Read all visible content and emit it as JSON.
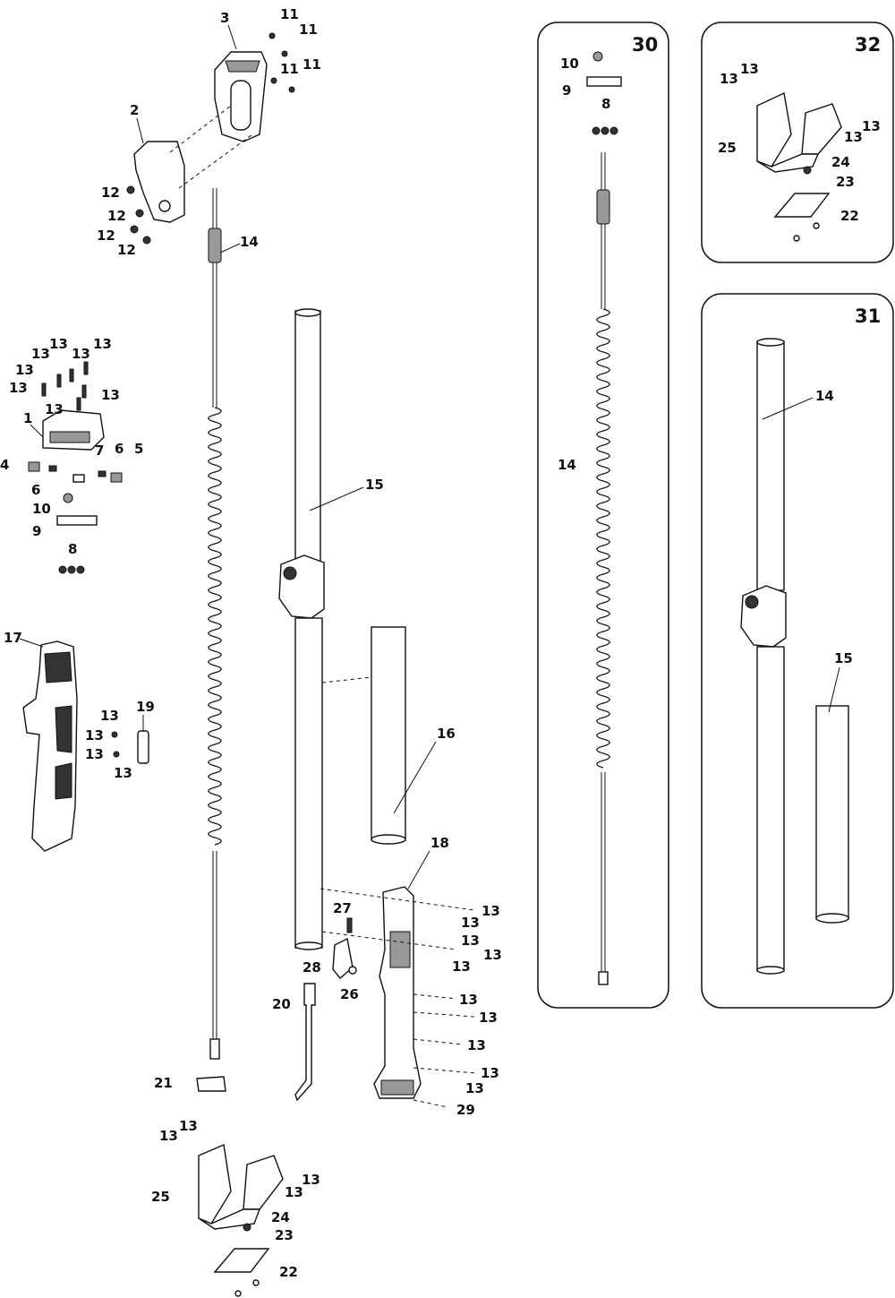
{
  "diagram": {
    "title": "",
    "panels": [
      {
        "id": "panel-30",
        "label": "30"
      },
      {
        "id": "panel-31",
        "label": "31"
      },
      {
        "id": "panel-32",
        "label": "32"
      }
    ],
    "main_labels": {
      "p1": "1",
      "p2": "2",
      "p3": "3",
      "p4": "4",
      "p5": "5",
      "p6": "6",
      "p7": "7",
      "p8": "8",
      "p9": "9",
      "p10": "10",
      "p11": "11",
      "p12": "12",
      "p13": "13",
      "p14": "14",
      "p15": "15",
      "p16": "16",
      "p17": "17",
      "p18": "18",
      "p19": "19",
      "p20": "20",
      "p21": "21",
      "p22": "22",
      "p23": "23",
      "p24": "24",
      "p25": "25",
      "p26": "26",
      "p27": "27",
      "p28": "28",
      "p29": "29"
    }
  }
}
